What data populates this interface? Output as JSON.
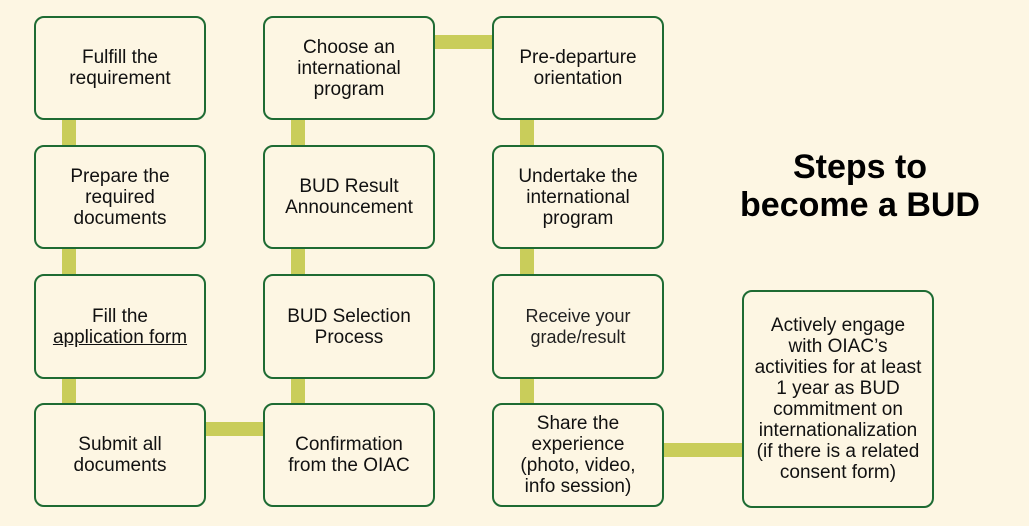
{
  "title": "Steps to\nbecome a BUD",
  "colors": {
    "box_border": "#1e6b33",
    "connector": "#c9cd5a",
    "background": "#fdf6e3"
  },
  "steps": {
    "fulfill": "Fulfill the\nrequirement",
    "prepare": "Prepare the\nrequired\ndocuments",
    "fill_prefix": "Fill the",
    "fill_link": "application form",
    "submit": "Submit all\ndocuments",
    "confirmation": "Confirmation\nfrom the OIAC",
    "selection": "BUD Selection\nProcess",
    "result": "BUD Result\nAnnouncement",
    "choose": "Choose an\ninternational\nprogram",
    "predeparture": "Pre-departure\norientation",
    "undertake": "Undertake the\ninternational\nprogram",
    "receive": "Receive your\ngrade/result",
    "share": "Share the\nexperience\n(photo, video,\ninfo session)",
    "engage": "Actively engage\nwith OIAC’s\nactivities for at least\n1 year as BUD\ncommitment on\ninternationalization\n(if there is a related\nconsent form)"
  }
}
